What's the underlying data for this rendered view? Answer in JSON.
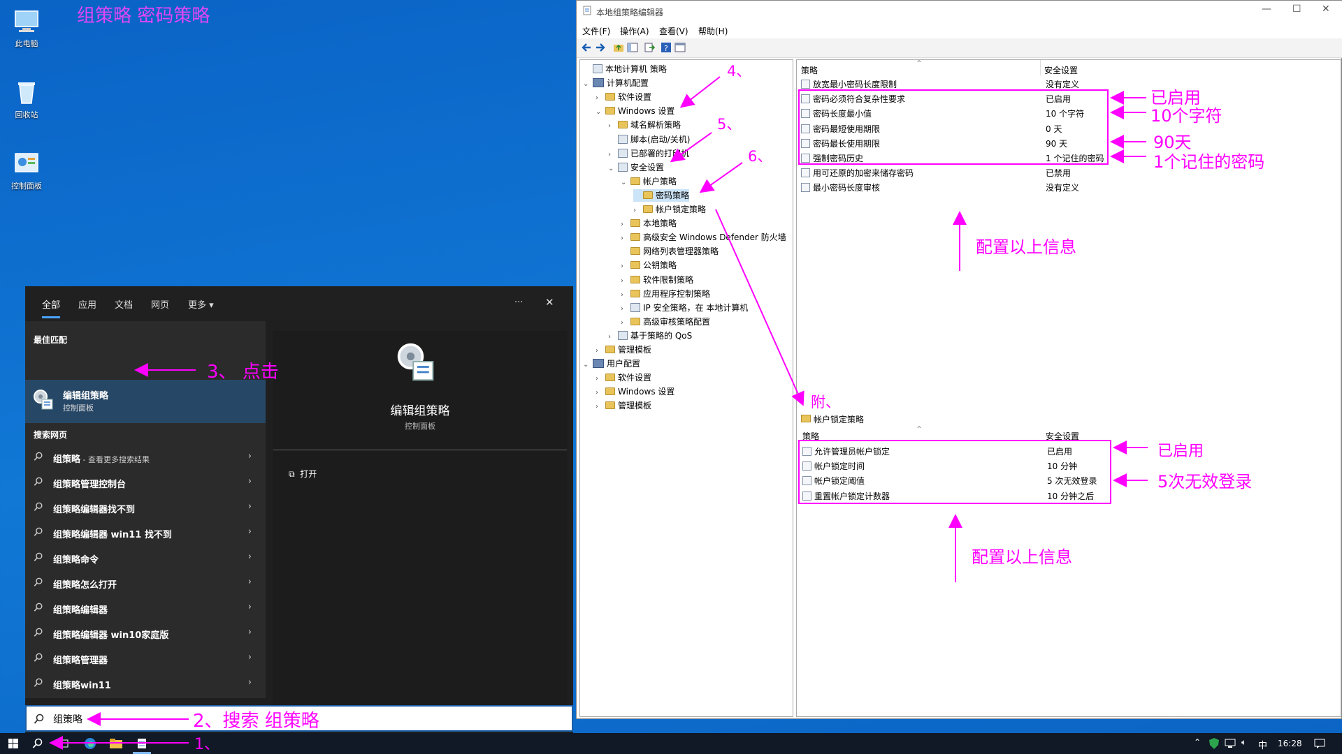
{
  "desktop": {
    "icons": [
      {
        "label": "此电脑",
        "icon": "computer-icon"
      },
      {
        "label": "回收站",
        "icon": "recycle-bin-icon"
      },
      {
        "label": "控制面板",
        "icon": "control-panel-icon"
      }
    ]
  },
  "start_panel": {
    "tabs": [
      "全部",
      "应用",
      "文档",
      "网页",
      "更多"
    ],
    "more_glyph": "···",
    "close_glyph": "✕",
    "best_match_header": "最佳匹配",
    "best_match": {
      "title": "编辑组策略",
      "subtitle": "控制面板"
    },
    "web_header": "搜索网页",
    "web_results": [
      {
        "text": "组策略",
        "suffix": " - 查看更多搜索结果"
      },
      {
        "text": "组策略管理控制台",
        "suffix": ""
      },
      {
        "text": "组策略编辑器找不到",
        "suffix": ""
      },
      {
        "text": "组策略编辑器 win11 找不到",
        "suffix": ""
      },
      {
        "text": "组策略命令",
        "suffix": ""
      },
      {
        "text": "组策略怎么打开",
        "suffix": ""
      },
      {
        "text": "组策略编辑器",
        "suffix": ""
      },
      {
        "text": "组策略编辑器 win10家庭版",
        "suffix": ""
      },
      {
        "text": "组策略管理器",
        "suffix": ""
      },
      {
        "text": "组策略win11",
        "suffix": ""
      }
    ],
    "preview": {
      "title": "编辑组策略",
      "subtitle": "控制面板",
      "action": "打开"
    },
    "search_value": "组策略"
  },
  "gpedit": {
    "title": "本地组策略编辑器",
    "menu": [
      "文件(F)",
      "操作(A)",
      "查看(V)",
      "帮助(H)"
    ],
    "tree": [
      {
        "label": "本地计算机 策略",
        "level": 0,
        "exp": "",
        "icon": "policy"
      },
      {
        "label": "计算机配置",
        "level": 0,
        "exp": "v",
        "icon": "computer"
      },
      {
        "label": "软件设置",
        "level": 1,
        "exp": ">",
        "icon": "folder"
      },
      {
        "label": "Windows 设置",
        "level": 1,
        "exp": "v",
        "icon": "folder"
      },
      {
        "label": "域名解析策略",
        "level": 2,
        "exp": ">",
        "icon": "folder"
      },
      {
        "label": "脚本(启动/关机)",
        "level": 2,
        "exp": "",
        "icon": "policy"
      },
      {
        "label": "已部署的打印机",
        "level": 2,
        "exp": ">",
        "icon": "policy"
      },
      {
        "label": "安全设置",
        "level": 2,
        "exp": "v",
        "icon": "policy"
      },
      {
        "label": "帐户策略",
        "level": 3,
        "exp": "v",
        "icon": "folder"
      },
      {
        "label": "密码策略",
        "level": 4,
        "exp": "",
        "icon": "folder",
        "selected": true
      },
      {
        "label": "帐户锁定策略",
        "level": 4,
        "exp": ">",
        "icon": "folder"
      },
      {
        "label": "本地策略",
        "level": 3,
        "exp": ">",
        "icon": "folder"
      },
      {
        "label": "高级安全 Windows Defender 防火墙",
        "level": 3,
        "exp": ">",
        "icon": "folder"
      },
      {
        "label": "网络列表管理器策略",
        "level": 3,
        "exp": "",
        "icon": "folder"
      },
      {
        "label": "公钥策略",
        "level": 3,
        "exp": ">",
        "icon": "folder"
      },
      {
        "label": "软件限制策略",
        "level": 3,
        "exp": ">",
        "icon": "folder"
      },
      {
        "label": "应用程序控制策略",
        "level": 3,
        "exp": ">",
        "icon": "folder"
      },
      {
        "label": "IP 安全策略，在 本地计算机",
        "level": 3,
        "exp": ">",
        "icon": "policy"
      },
      {
        "label": "高级审核策略配置",
        "level": 3,
        "exp": ">",
        "icon": "folder"
      },
      {
        "label": "基于策略的 QoS",
        "level": 2,
        "exp": ">",
        "icon": "policy"
      },
      {
        "label": "管理模板",
        "level": 1,
        "exp": ">",
        "icon": "folder"
      },
      {
        "label": "用户配置",
        "level": 0,
        "exp": "v",
        "icon": "computer"
      },
      {
        "label": "软件设置",
        "level": 1,
        "exp": ">",
        "icon": "folder"
      },
      {
        "label": "Windows 设置",
        "level": 1,
        "exp": ">",
        "icon": "folder"
      },
      {
        "label": "管理模板",
        "level": 1,
        "exp": ">",
        "icon": "folder"
      }
    ],
    "col_policy": "策略",
    "col_setting": "安全设置",
    "password_policies": [
      {
        "name": "放宽最小密码长度限制",
        "value": "没有定义"
      },
      {
        "name": "密码必须符合复杂性要求",
        "value": "已启用"
      },
      {
        "name": "密码长度最小值",
        "value": "10 个字符"
      },
      {
        "name": "密码最短使用期限",
        "value": "0 天"
      },
      {
        "name": "密码最长使用期限",
        "value": "90 天"
      },
      {
        "name": "强制密码历史",
        "value": "1 个记住的密码"
      },
      {
        "name": "用可还原的加密来储存密码",
        "value": "已禁用"
      },
      {
        "name": "最小密码长度审核",
        "value": "没有定义"
      }
    ],
    "lockout_title": "帐户锁定策略",
    "lockout_policies": [
      {
        "name": "允许管理员帐户锁定",
        "value": "已启用"
      },
      {
        "name": "帐户锁定时间",
        "value": "10 分钟"
      },
      {
        "name": "帐户锁定阈值",
        "value": "5 次无效登录"
      },
      {
        "name": "重置帐户锁定计数器",
        "value": "10 分钟之后"
      }
    ]
  },
  "taskbar": {
    "ime": "中",
    "time": "16:28"
  },
  "annotations": {
    "title": "组策略 密码策略",
    "step1": "1、",
    "step2": "2、搜索   组策略",
    "step3": "3、 点击",
    "step4": "4、",
    "step5": "5、",
    "step6": "6、",
    "appendix": "附、",
    "note_enabled": "已启用",
    "note_10chars": "10个字符",
    "note_90days": "90天",
    "note_1pwd": "1个记住的密码",
    "note_config1": "配置以上信息",
    "note_enabled2": "已启用",
    "note_5invalid": "5次无效登录",
    "note_config2": "配置以上信息"
  }
}
